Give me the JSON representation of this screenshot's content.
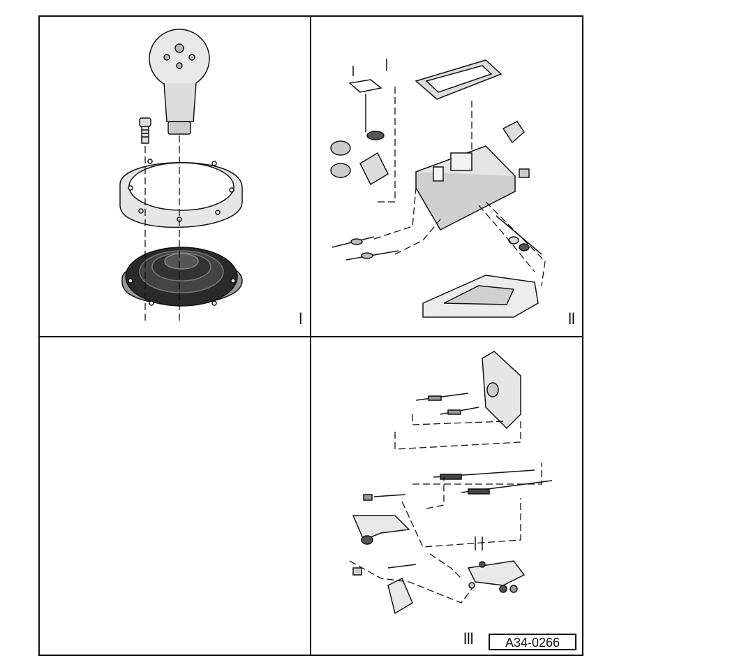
{
  "panels": [
    {
      "id": "I",
      "label": "I",
      "content": "gear shift knob, retaining ring with bolt, rubber boot"
    },
    {
      "id": "II",
      "label": "II",
      "content": "selector mechanism housing exploded view"
    },
    {
      "id": "empty",
      "label": "",
      "content": ""
    },
    {
      "id": "III",
      "label": "III",
      "content": "shift cables and linkage exploded view"
    }
  ],
  "figure_code": "A34-0266",
  "colors": {
    "line": "#111111",
    "background": "#ffffff",
    "boot_dark": "#2a2a2a"
  }
}
